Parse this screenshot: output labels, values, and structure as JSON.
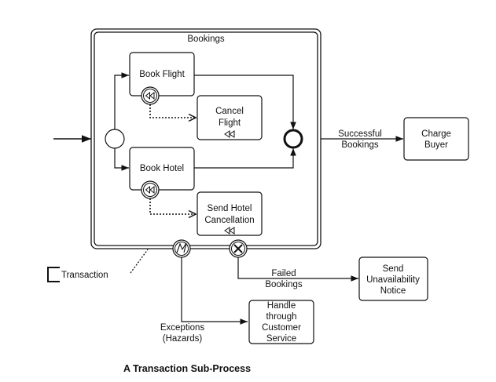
{
  "subprocess": {
    "title": "Bookings"
  },
  "tasks": {
    "book_flight": "Book Flight",
    "cancel_flight": [
      "Cancel",
      "Flight"
    ],
    "book_hotel": "Book Hotel",
    "send_hotel_cancellation": [
      "Send Hotel",
      "Cancellation"
    ],
    "charge_buyer": [
      "Charge",
      "Buyer"
    ],
    "send_unavailability_notice": [
      "Send",
      "Unavailability",
      "Notice"
    ],
    "handle_customer_service": [
      "Handle",
      "through",
      "Customer",
      "Service"
    ]
  },
  "flows": {
    "successful_bookings": [
      "Successful",
      "Bookings"
    ],
    "failed_bookings": [
      "Failed",
      "Bookings"
    ],
    "exceptions": [
      "Exceptions",
      "(Hazards)"
    ]
  },
  "legend": {
    "transaction": "Transaction"
  },
  "caption": "A Transaction Sub-Process"
}
